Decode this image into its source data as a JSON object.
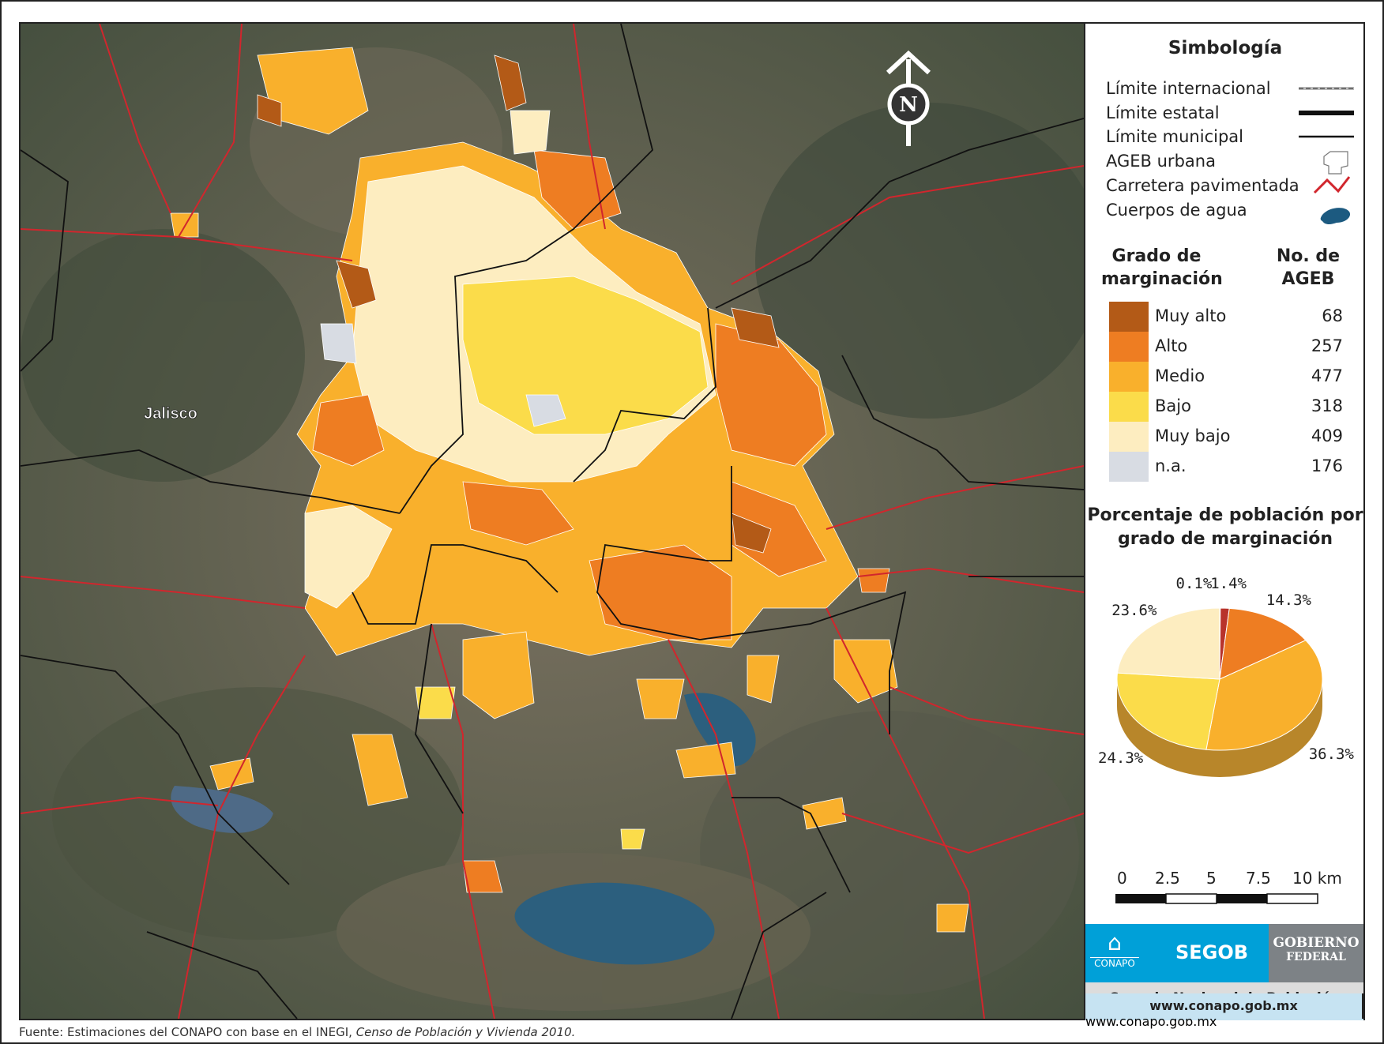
{
  "map": {
    "state_label": "Jalisco",
    "north_letter": "N",
    "colors": {
      "muy_alto": "#b35a17",
      "alto": "#ee7d22",
      "medio": "#f9b02c",
      "bajo": "#fbdc4a",
      "muy_bajo": "#fdedc0",
      "na": "#d8dce3",
      "road": "#d1262d",
      "water": "#2c5f7e",
      "terrain": "#5c5f4f"
    }
  },
  "legend": {
    "title": "Simbología",
    "symbols": [
      {
        "label": "Límite internacional",
        "icon": "dashed-line-icon"
      },
      {
        "label": "Límite estatal",
        "icon": "thick-line-icon"
      },
      {
        "label": "Límite municipal",
        "icon": "thin-line-icon"
      },
      {
        "label": "AGEB urbana",
        "icon": "polygon-outline-icon"
      },
      {
        "label": "Carretera pavimentada",
        "icon": "red-road-icon"
      },
      {
        "label": "Cuerpos de agua",
        "icon": "water-body-icon"
      }
    ],
    "grade_header_line1": "Grado de",
    "grade_header_line2": "marginación",
    "count_header_line1": "No. de",
    "count_header_line2": "AGEB",
    "grades": [
      {
        "label": "Muy alto",
        "count": "68",
        "color": "#b35a17"
      },
      {
        "label": "Alto",
        "count": "257",
        "color": "#ee7d22"
      },
      {
        "label": "Medio",
        "count": "477",
        "color": "#f9b02c"
      },
      {
        "label": "Bajo",
        "count": "318",
        "color": "#fbdc4a"
      },
      {
        "label": "Muy bajo",
        "count": "409",
        "color": "#fdedc0"
      },
      {
        "label": "n.a.",
        "count": "176",
        "color": "#d8dce3"
      }
    ],
    "pie_title_line1": "Porcentaje de población por",
    "pie_title_line2": "grado de marginación",
    "scale_bar": {
      "labels": [
        "0",
        "2.5",
        "5",
        "7.5",
        "10 km"
      ]
    },
    "logos": {
      "conapo": "CONAPO",
      "segob": "SEGOB",
      "gob_line1": "Gobierno",
      "gob_line2": "Federal"
    },
    "org_name": "Consejo Nacional de Población",
    "website": "www.conapo.gob.mx"
  },
  "chart_data": {
    "type": "pie",
    "title": "Porcentaje de población por grado de marginación",
    "slices": [
      {
        "label": "0.1%",
        "value": 0.1,
        "color": "#d8dce3"
      },
      {
        "label": "1.4%",
        "value": 1.4,
        "color": "#b8332b"
      },
      {
        "label": "14.3%",
        "value": 14.3,
        "color": "#ee7d22"
      },
      {
        "label": "36.3%",
        "value": 36.3,
        "color": "#f9b02c"
      },
      {
        "label": "24.3%",
        "value": 24.3,
        "color": "#fbdc4a"
      },
      {
        "label": "23.6%",
        "value": 23.6,
        "color": "#fdedc0"
      }
    ]
  },
  "source": {
    "prefix": "Fuente: Estimaciones del CONAPO con base en el INEGI, ",
    "italic": "Censo de Población y Vivienda 2010."
  }
}
